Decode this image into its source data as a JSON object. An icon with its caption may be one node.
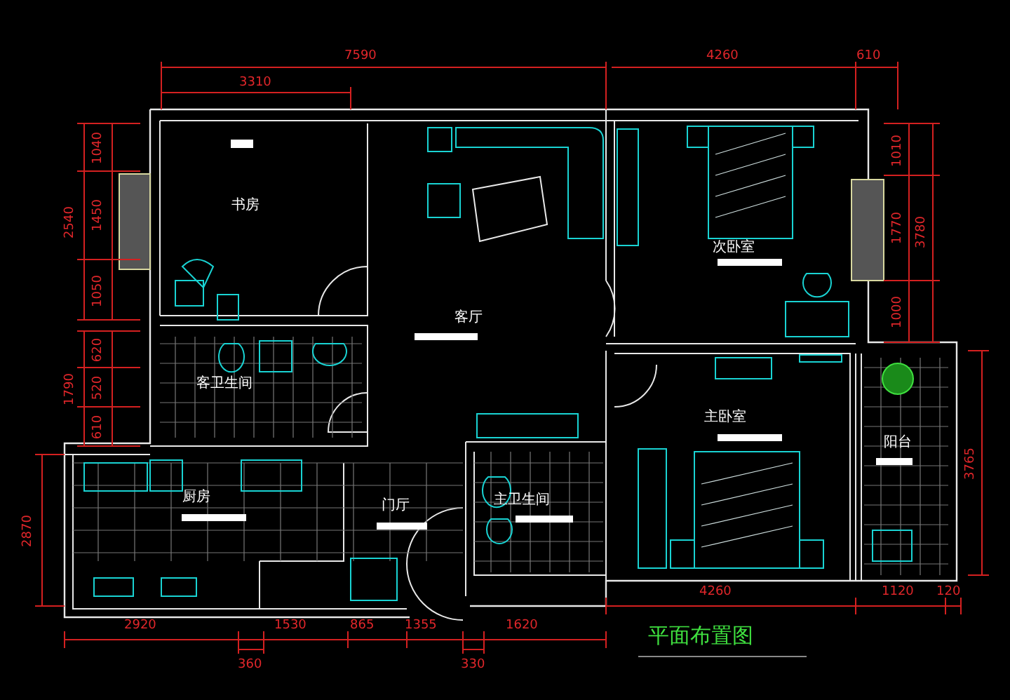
{
  "diagram": {
    "title": "平面布置图",
    "labels": [
      "7590",
      "3310",
      "4260",
      "610",
      "1040",
      "2540",
      "1450",
      "1050",
      "1790",
      "620",
      "520",
      "610",
      "2870",
      "1010",
      "1770",
      "3780",
      "1000",
      "3765",
      "书房",
      "客厅",
      "次卧室",
      "客卫生间",
      "主卧室",
      "阳台",
      "厨房",
      "门厅",
      "主卫生间",
      "2920",
      "360",
      "1530",
      "865",
      "1355",
      "330",
      "1620",
      "4260",
      "1120",
      "120"
    ]
  }
}
